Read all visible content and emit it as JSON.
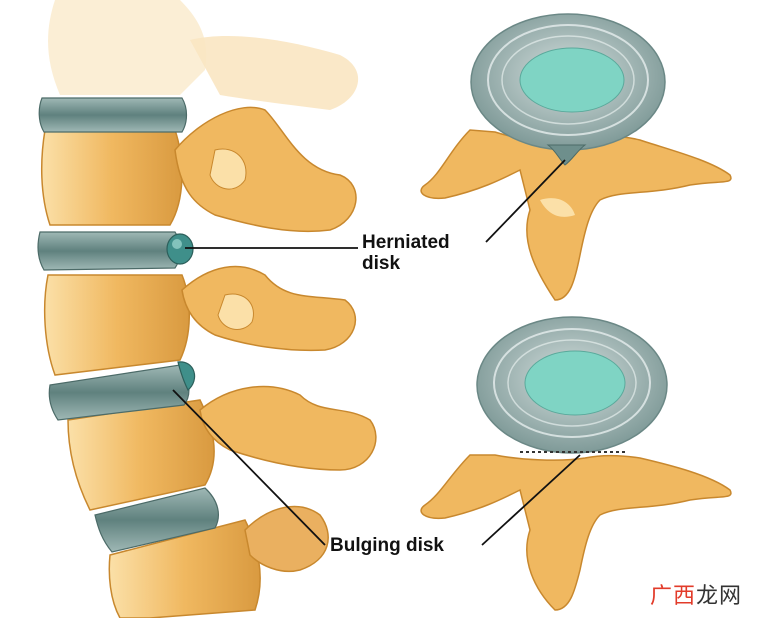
{
  "labels": {
    "herniated_line1": "Herniated",
    "herniated_line2": "disk",
    "bulging": "Bulging disk"
  },
  "watermark": {
    "text_part1": "广西",
    "text_part2": "龙网"
  },
  "colors": {
    "bone": "#f0b860",
    "bone_light": "#fbe0a8",
    "bone_dark": "#c8882e",
    "disk": "#6e8f8c",
    "disk_light": "#b9cfcd",
    "nucleus": "#7fd4c4",
    "watermark_red": "#e23b2a",
    "watermark_dark": "#333333"
  },
  "icons": [
    "spine-illustration",
    "vertebra-cross-section-herniated",
    "vertebra-cross-section-bulging"
  ]
}
